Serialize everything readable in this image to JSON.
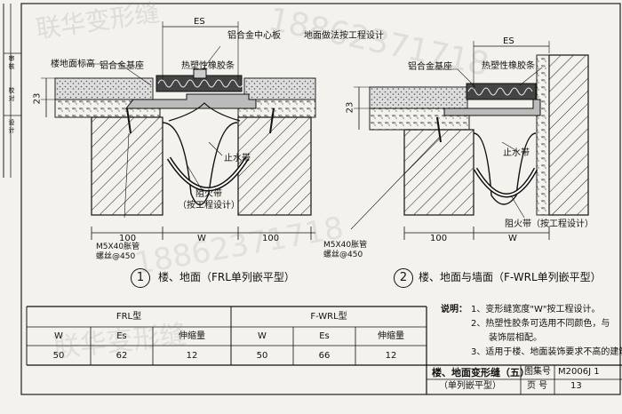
{
  "side_strip": [
    "审",
    "核",
    "校",
    "对",
    "设",
    "计"
  ],
  "detail1": {
    "labels": {
      "es": "ES",
      "center_plate": "铝合金中心板",
      "floor_level": "楼地面标高",
      "base": "铝合金基座",
      "rubber": "热塑性橡胶条",
      "dim_23": "23",
      "waterstop": "止水带",
      "fire_band_1": "阻火带",
      "fire_band_2": "（按工程设计）",
      "bolt_1": "M5X40胀管",
      "bolt_2": "螺丝@450",
      "dim_100_left": "100",
      "dim_w": "W",
      "dim_100_right": "100"
    },
    "number": "1",
    "title": "楼、地面（FRL单列嵌平型）"
  },
  "detail2": {
    "labels": {
      "floor_design": "地面做法按工程设计",
      "es": "ES",
      "base": "铝合金基座",
      "rubber": "热塑性橡胶条",
      "dim_23": "23",
      "waterstop": "止水带",
      "fire_band": "阻火带（按工程设计）",
      "bolt_1": "M5X40胀管",
      "bolt_2": "螺丝@450",
      "dim_100": "100",
      "dim_w": "W"
    },
    "number": "2",
    "title": "楼、地面与墙面（F-WRL单列嵌平型）"
  },
  "notes": {
    "heading": "说明：",
    "items": [
      "1、变形缝宽度\"W\"按工程设计。",
      "2、热塑性胶条可选用不同颜色，与",
      "装饰层相配。",
      "3、适用于楼、地面装饰要求不高的建筑。"
    ]
  },
  "table": {
    "group_frl": "FRL型",
    "group_fwrl": "F-WRL型",
    "headers": [
      "W",
      "Es",
      "伸缩量",
      "W",
      "Es",
      "伸缩量"
    ],
    "row": [
      "50",
      "62",
      "12",
      "50",
      "66",
      "12"
    ]
  },
  "title_block": {
    "title_1": "楼、地面变形缝（五）",
    "title_2": "（单列嵌平型）",
    "atlas_label": "图集号",
    "atlas_value": "M2006J 1",
    "page_label": "页 号",
    "page_value": "13"
  },
  "watermarks": [
    "联华变形缝",
    "18862371718",
    "联华变形缝",
    "18862371718"
  ]
}
